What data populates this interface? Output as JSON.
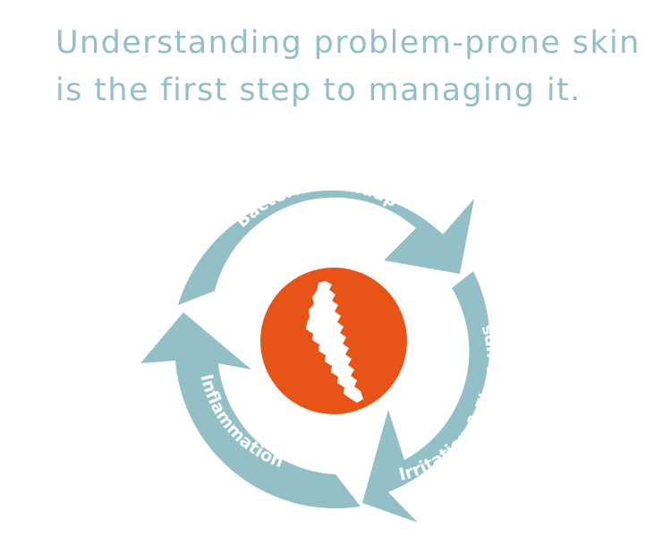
{
  "headline": "Understanding problem-prone skin is the first step to managing it.",
  "diagram": {
    "stages": [
      {
        "label": "Bacterial Buildup"
      },
      {
        "label": "Irritation & Flare-ups"
      },
      {
        "label": "Inflammation"
      }
    ],
    "center_icon": "skin-crack-icon"
  },
  "colors": {
    "accent": "#93bfc6",
    "center": "#e85417",
    "background": "#ffffff"
  }
}
